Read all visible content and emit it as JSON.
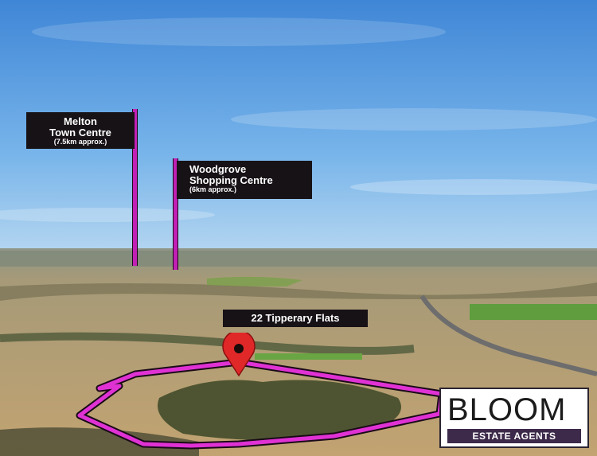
{
  "markers": {
    "melton": {
      "name_line1": "Melton",
      "name_line2": "Town Centre",
      "distance": "(7.5km approx.)"
    },
    "woodgrove": {
      "name_line1": "Woodgrove",
      "name_line2": "Shopping Centre",
      "distance": "(6km approx.)"
    }
  },
  "property": {
    "address": "22 Tipperary Flats"
  },
  "logo": {
    "word": "BLOOM",
    "tagline": "ESTATE AGENTS"
  },
  "colors": {
    "accent": "#c21fb5",
    "pin": "#e02828",
    "sky": "#5fa6e6"
  }
}
